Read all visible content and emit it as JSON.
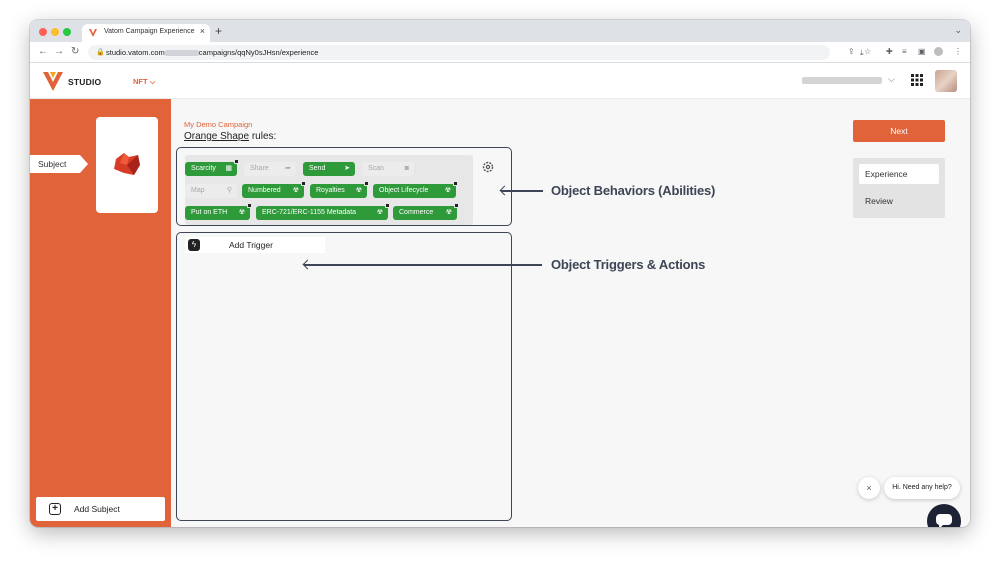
{
  "browser": {
    "tab_title": "Vatom Campaign Experience",
    "new_tab": "+",
    "tab_close": "×",
    "url_host": "studio.vatom.com",
    "url_path": "campaigns/qqNy0sJHsn/experience"
  },
  "header": {
    "logo_text": "STUDIO",
    "nav_menu": "NFT",
    "accent": "#e0633a"
  },
  "sidebar": {
    "subject_tab": "Subject",
    "add_subject": "Add Subject"
  },
  "main": {
    "campaign_name": "My Demo Campaign",
    "subject_name": "Orange Shape",
    "rules_suffix": " rules:",
    "behaviors": [
      {
        "label": "Scarcity",
        "state": "on",
        "icon": "grid-icon"
      },
      {
        "label": "Share",
        "state": "off",
        "icon": "share-icon"
      },
      {
        "label": "Send",
        "state": "on",
        "icon": "send-icon"
      },
      {
        "label": "Scan",
        "state": "off",
        "icon": "camera-icon"
      },
      {
        "label": "Map",
        "state": "off",
        "icon": "pin-icon"
      },
      {
        "label": "Numbered",
        "state": "on",
        "icon": "radiation-icon"
      },
      {
        "label": "Royalties",
        "state": "on",
        "icon": "radiation-icon"
      },
      {
        "label": "Object Lifecycle",
        "state": "on",
        "icon": "radiation-icon"
      },
      {
        "label": "Put on ETH",
        "state": "on",
        "icon": "radiation-icon"
      },
      {
        "label": "ERC-721/ERC-1155 Metadata",
        "state": "on",
        "icon": "radiation-icon"
      },
      {
        "label": "Commerce",
        "state": "on",
        "icon": "radiation-icon"
      }
    ],
    "add_trigger": "Add Trigger",
    "annotation_behaviors": "Object Behaviors (Abilities)",
    "annotation_triggers": "Object Triggers & Actions"
  },
  "right_panel": {
    "next_label": "Next",
    "steps": [
      "Experience",
      "Review"
    ],
    "active_step": "Experience"
  },
  "help": {
    "close": "×",
    "message": "Hi. Need any help?"
  }
}
